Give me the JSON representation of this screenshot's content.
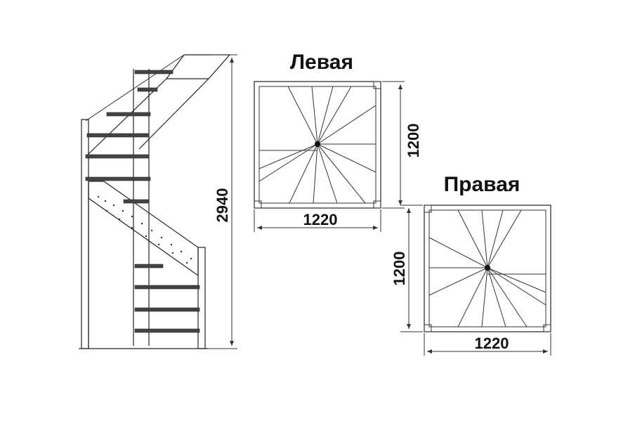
{
  "left_plan": {
    "title": "Левая",
    "width_label": "1220",
    "height_label": "1200"
  },
  "right_plan": {
    "title": "Правая",
    "width_label": "1220",
    "height_label": "1200"
  },
  "elevation": {
    "height_label": "2940"
  },
  "colors": {
    "line": "#222222",
    "tread": "#444444",
    "background": "#ffffff"
  }
}
